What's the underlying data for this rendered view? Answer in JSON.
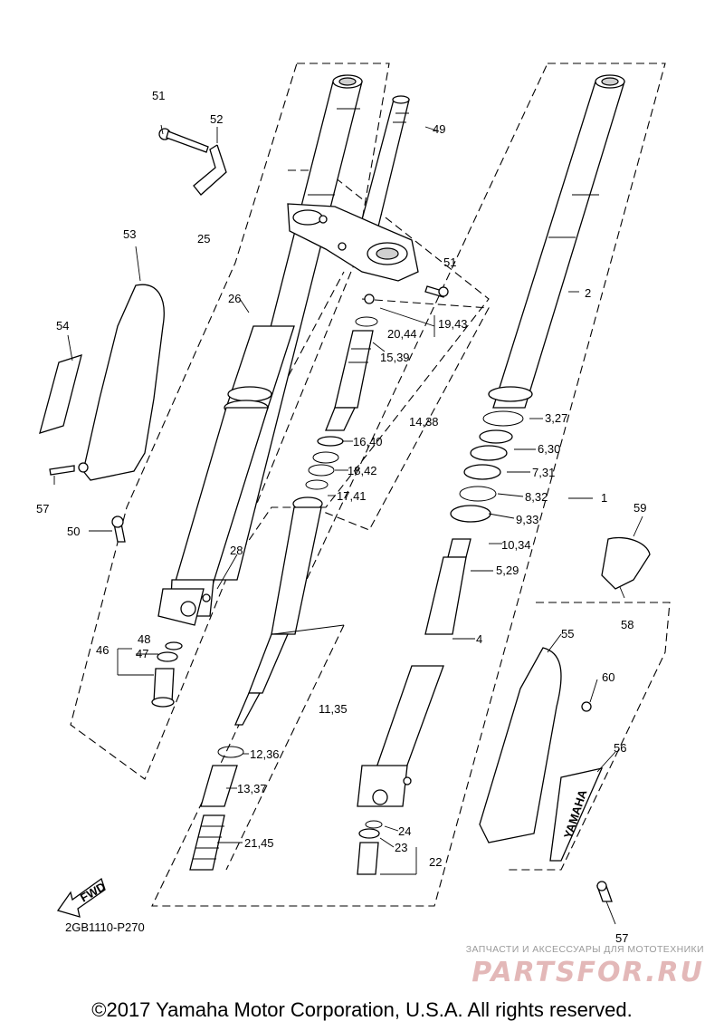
{
  "diagram": {
    "code": "2GB1110-P270",
    "fwd_label": "FWD",
    "brand_mark": "YAMAHA",
    "callouts": {
      "p1": "1",
      "p2": "2",
      "p3_27": "3,27",
      "p4": "4",
      "p5_29": "5,29",
      "p6_30": "6,30",
      "p7_31": "7,31",
      "p8_32": "8,32",
      "p9_33": "9,33",
      "p10_34": "10,34",
      "p11_35": "11,35",
      "p12_36": "12,36",
      "p13_37": "13,37",
      "p14_38": "14,38",
      "p15_39": "15,39",
      "p16_40": "16,40",
      "p17_41": "17,41",
      "p18_42": "18,42",
      "p19_43": "19,43",
      "p20_44": "20,44",
      "p21_45": "21,45",
      "p22": "22",
      "p23": "23",
      "p24": "24",
      "p25": "25",
      "p26": "26",
      "p28": "28",
      "p46": "46",
      "p47": "47",
      "p48": "48",
      "p49": "49",
      "p50": "50",
      "p51_top": "51",
      "p51_clamp": "51",
      "p52": "52",
      "p53": "53",
      "p54": "54",
      "p55": "55",
      "p56": "56",
      "p57_left": "57",
      "p57_right": "57",
      "p58": "58",
      "p59": "59",
      "p60": "60"
    }
  },
  "watermark": {
    "line1": "ЗАПЧАСТИ И АКСЕССУАРЫ ДЛЯ МОТОТЕХНИКИ",
    "line2": "PARTSFOR.RU"
  },
  "copyright": "©2017 Yamaha Motor Corporation, U.S.A. All rights reserved."
}
